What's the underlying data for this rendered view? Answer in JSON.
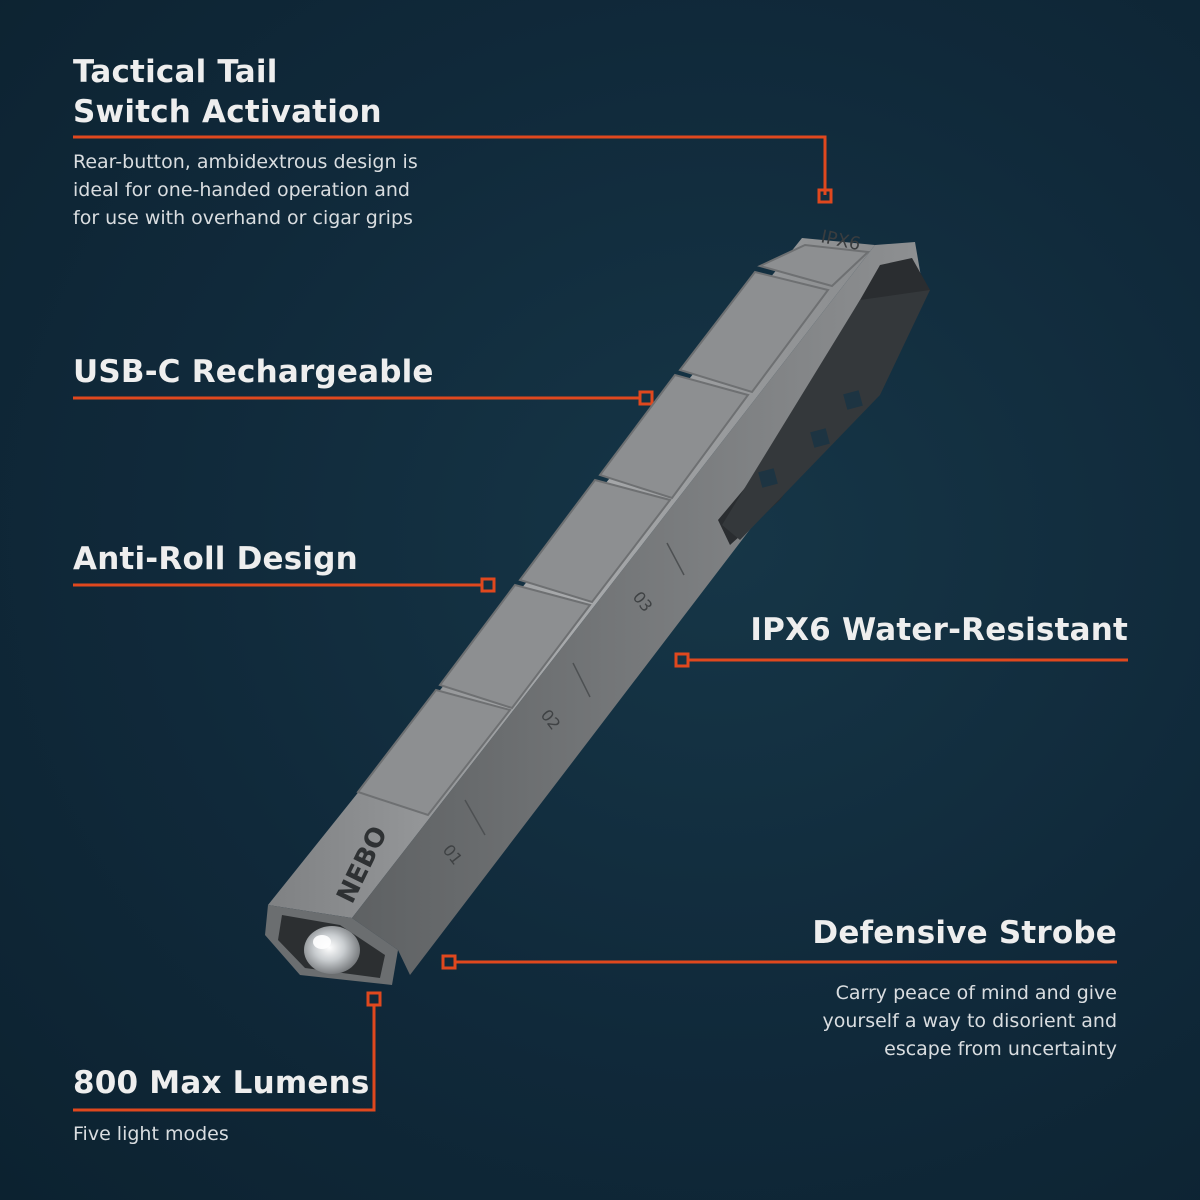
{
  "features": {
    "tail_switch": {
      "title_line1": "Tactical Tail",
      "title_line2": "Switch Activation",
      "desc_line1": "Rear-button, ambidextrous design is",
      "desc_line2": "ideal for one-handed operation and",
      "desc_line3": "for use with overhand or cigar grips"
    },
    "usb_c": {
      "title": "USB-C Rechargeable"
    },
    "anti_roll": {
      "title": "Anti-Roll Design"
    },
    "ipx6": {
      "title": "IPX6 Water-Resistant"
    },
    "strobe": {
      "title": "Defensive Strobe",
      "desc_line1": "Carry peace of mind and give",
      "desc_line2": "yourself a way to disorient and",
      "desc_line3": "escape from uncertainty"
    },
    "lumens": {
      "title": "800 Max Lumens",
      "desc": "Five light modes"
    }
  },
  "product": {
    "brand": "NEBO",
    "rating_mark": "IPX6",
    "scale_marks": [
      "01",
      "02",
      "03"
    ]
  },
  "colors": {
    "background": "#0f2a3a",
    "accent": "#e0481e",
    "text": "#eeeeee",
    "metal": "#9a9c9e"
  }
}
